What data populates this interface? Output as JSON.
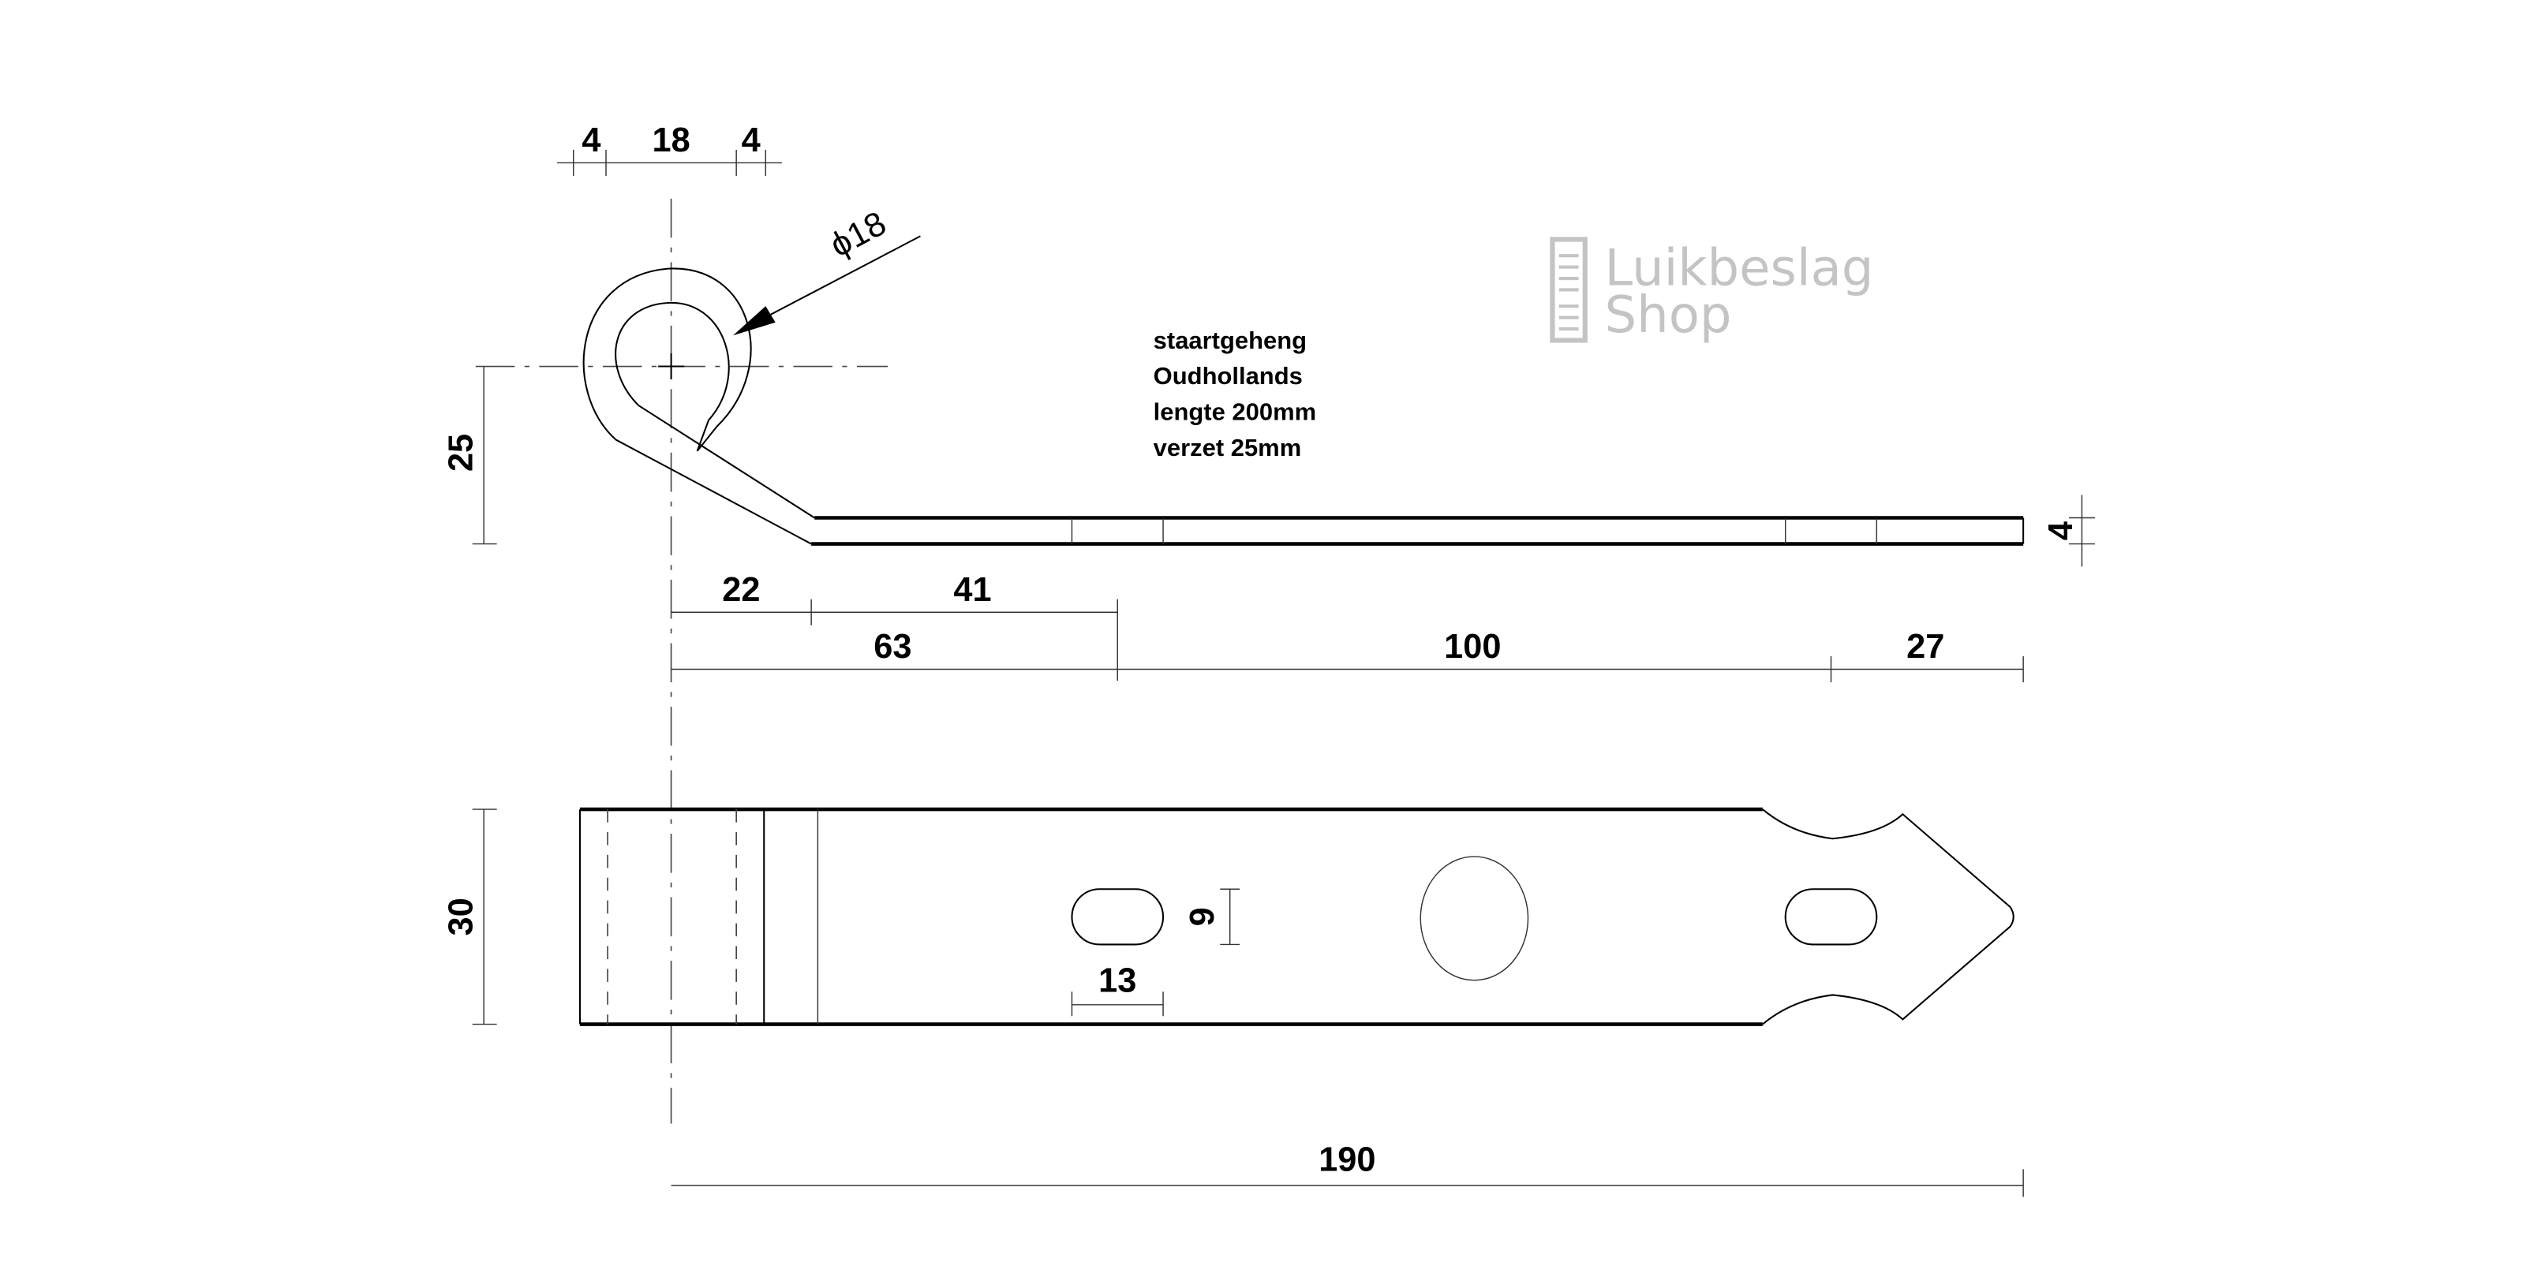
{
  "title_block": {
    "lines": [
      "staartgeheng",
      "Oudhollands",
      "lengte 200mm",
      "verzet 25mm"
    ]
  },
  "watermark": {
    "line1": "Luikbeslag",
    "line2": "Shop"
  },
  "dimensions": {
    "eye_wall_left": "4",
    "eye_inner": "18",
    "eye_wall_right": "4",
    "eye_diameter": "ϕ18",
    "offset_height": "25",
    "thickness": "4",
    "bend_horizontal": "22",
    "bend_to_hole": "41",
    "first_hole_position": "63",
    "hole_spacing": "100",
    "tip_length": "27",
    "width": "30",
    "slot_height": "9",
    "slot_width": "13",
    "total_length": "190"
  }
}
